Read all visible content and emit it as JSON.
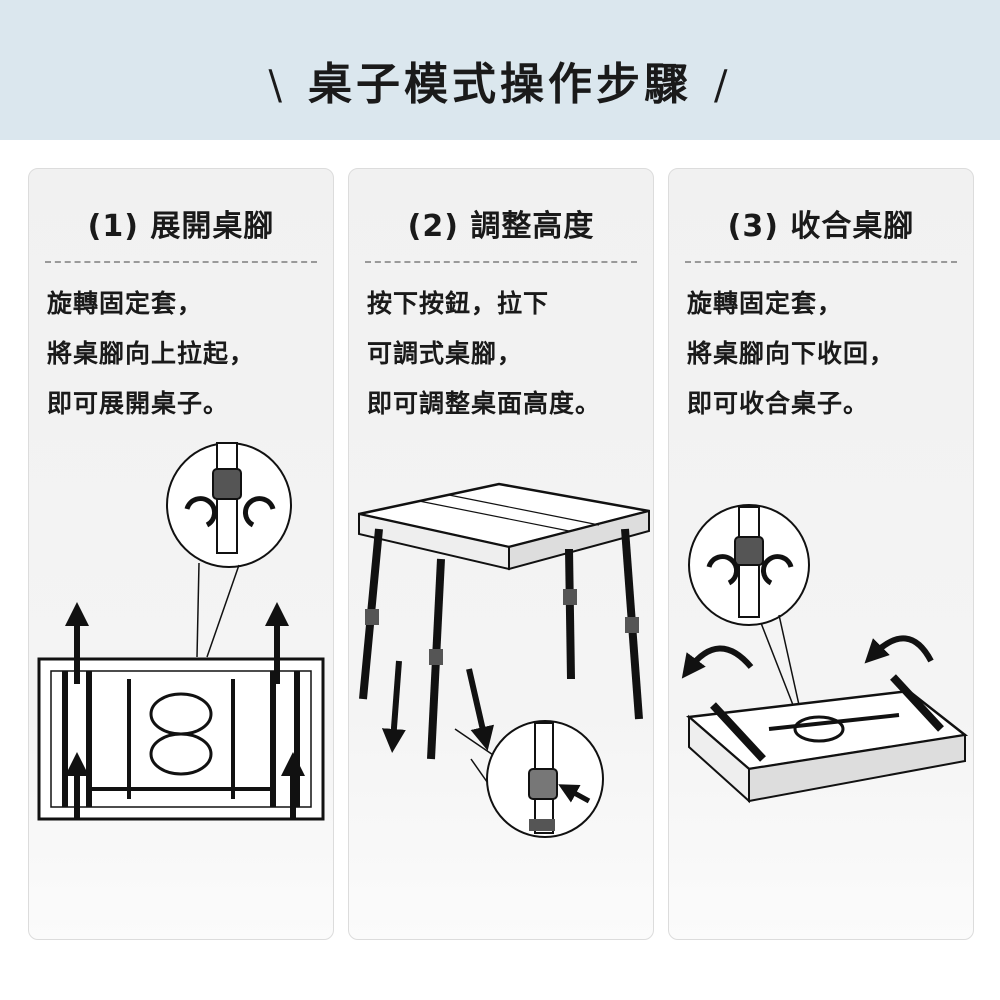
{
  "header": {
    "title": "桌子模式操作步驟",
    "slash_left": "\\",
    "slash_right": "/",
    "background": "#dbe7ee"
  },
  "steps": [
    {
      "title": "(1) 展開桌腳",
      "lines": [
        "旋轉固定套，",
        "將桌腳向上拉起，",
        "即可展開桌子。"
      ],
      "illustration": "table-folded-legs-up-icon"
    },
    {
      "title": "(2) 調整高度",
      "lines": [
        "按下按鈕，拉下",
        "可調式桌腳，",
        "即可調整桌面高度。"
      ],
      "illustration": "table-standing-adjust-legs-icon"
    },
    {
      "title": "(3) 收合桌腳",
      "lines": [
        "旋轉固定套，",
        "將桌腳向下收回，",
        "即可收合桌子。"
      ],
      "illustration": "table-folding-legs-down-icon"
    }
  ]
}
